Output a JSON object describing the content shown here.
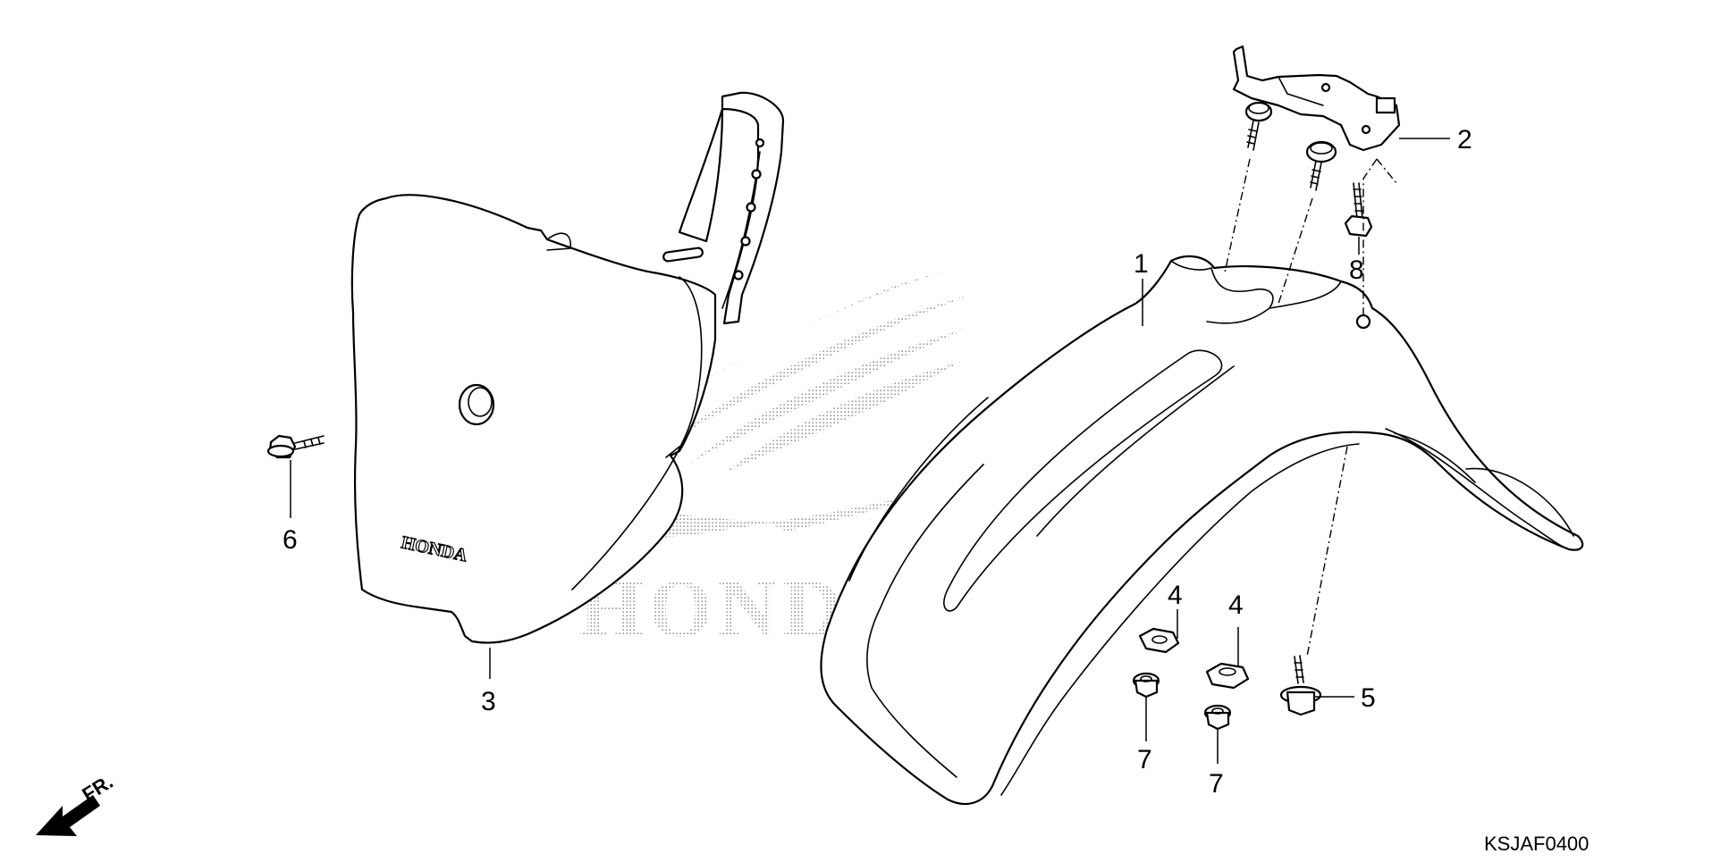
{
  "diagram": {
    "code": "KSJAF0400",
    "watermark_text": "HONDA",
    "emblem_text": "HONDA",
    "direction_label": "FR.",
    "callouts": [
      {
        "id": "c1",
        "label": "1"
      },
      {
        "id": "c2",
        "label": "2"
      },
      {
        "id": "c3",
        "label": "3"
      },
      {
        "id": "c4a",
        "label": "4"
      },
      {
        "id": "c4b",
        "label": "4"
      },
      {
        "id": "c5",
        "label": "5"
      },
      {
        "id": "c6",
        "label": "6"
      },
      {
        "id": "c7a",
        "label": "7"
      },
      {
        "id": "c7b",
        "label": "7"
      },
      {
        "id": "c8",
        "label": "8"
      }
    ]
  },
  "colors": {
    "line": "#000000",
    "background": "#ffffff",
    "watermark": "#9a9a9a"
  }
}
